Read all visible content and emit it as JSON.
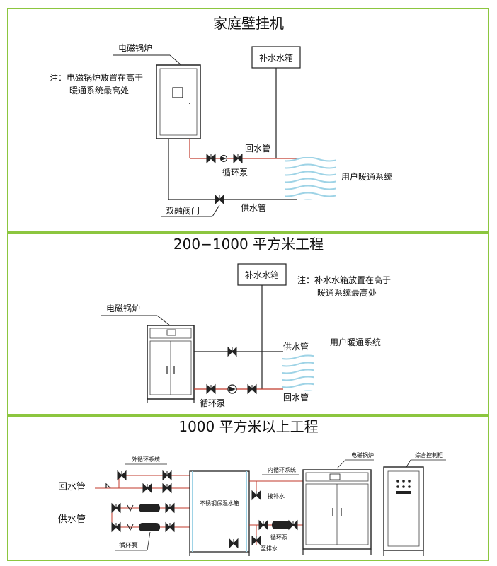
{
  "colors": {
    "frame": "#8cc63f",
    "pipe": "#c0392b",
    "line": "#222222",
    "radiator": "#9ed3e6"
  },
  "panel1": {
    "title": "家庭壁挂机",
    "boiler_label": "电磁锅炉",
    "note_line1": "注：电磁锅炉放置在高于",
    "note_line2": "暖通系统最高处",
    "tank_label": "补水水箱",
    "return_pipe": "回水管",
    "pump": "循环泵",
    "system": "用户暖通系统",
    "valve": "双融阀门",
    "supply_pipe": "供水管"
  },
  "panel2": {
    "title": "200−1000 平方米工程",
    "tank_label": "补水水箱",
    "note_line1": "注：补水水箱放置在高于",
    "note_line2": "暖通系统最高处",
    "boiler_label": "电磁锅炉",
    "supply_pipe": "供水管",
    "system": "用户暖通系统",
    "pump": "循环泵",
    "return_pipe": "回水管"
  },
  "panel3": {
    "title": "1000 平方米以上工程",
    "outer_loop": "外循环系统",
    "return_pipe": "回水管",
    "supply_pipe": "供水管",
    "pump": "循环泵",
    "tank": "不锈钢保温水箱",
    "inner_loop": "内循环系统",
    "makeup": "接补水",
    "pump2": "循环泵",
    "drain": "至排水",
    "boiler_label": "电磁锅炉",
    "cabinet_label": "综合控制柜"
  }
}
